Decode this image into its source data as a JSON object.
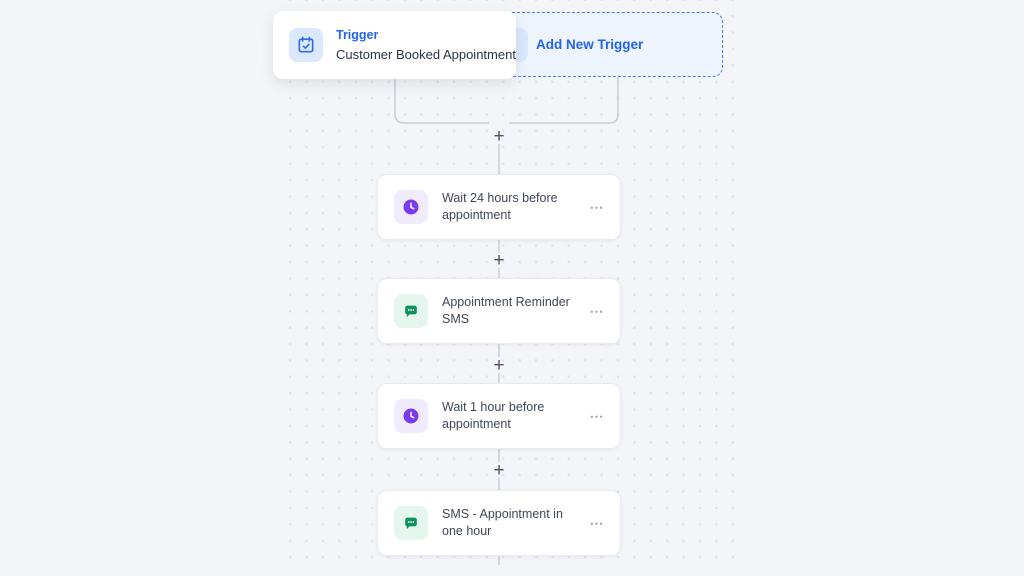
{
  "workflow": {
    "trigger": {
      "label": "Trigger",
      "name": "Customer Booked Appointment",
      "icon": "calendar-check-icon"
    },
    "add_trigger": {
      "label": "Add New Trigger"
    },
    "steps": [
      {
        "icon": "clock-icon",
        "label": "Wait 24 hours before appointment"
      },
      {
        "icon": "sms-icon",
        "label": "Appointment Reminder SMS"
      },
      {
        "icon": "clock-icon",
        "label": "Wait 1 hour before appointment"
      },
      {
        "icon": "sms-icon",
        "label": "SMS - Appointment in one hour"
      }
    ],
    "controls": {
      "add_step": "+",
      "more": "⋯"
    }
  },
  "colors": {
    "background": "#f4f5f9",
    "grid_dot": "#e2e4ec",
    "accent_blue": "#2563eb",
    "icon_blue": "#2f6ceb",
    "icon_blue_bg": "#dbe9fe",
    "purple": "#7c3aed",
    "purple_bg": "#f1ecfd",
    "green": "#12915f",
    "green_bg": "#e4f6ee",
    "dashed_border": "#3b82f6",
    "dashed_bg": "#eef4fe",
    "connector": "#c9cdd6",
    "step_text": "#3f4756"
  }
}
